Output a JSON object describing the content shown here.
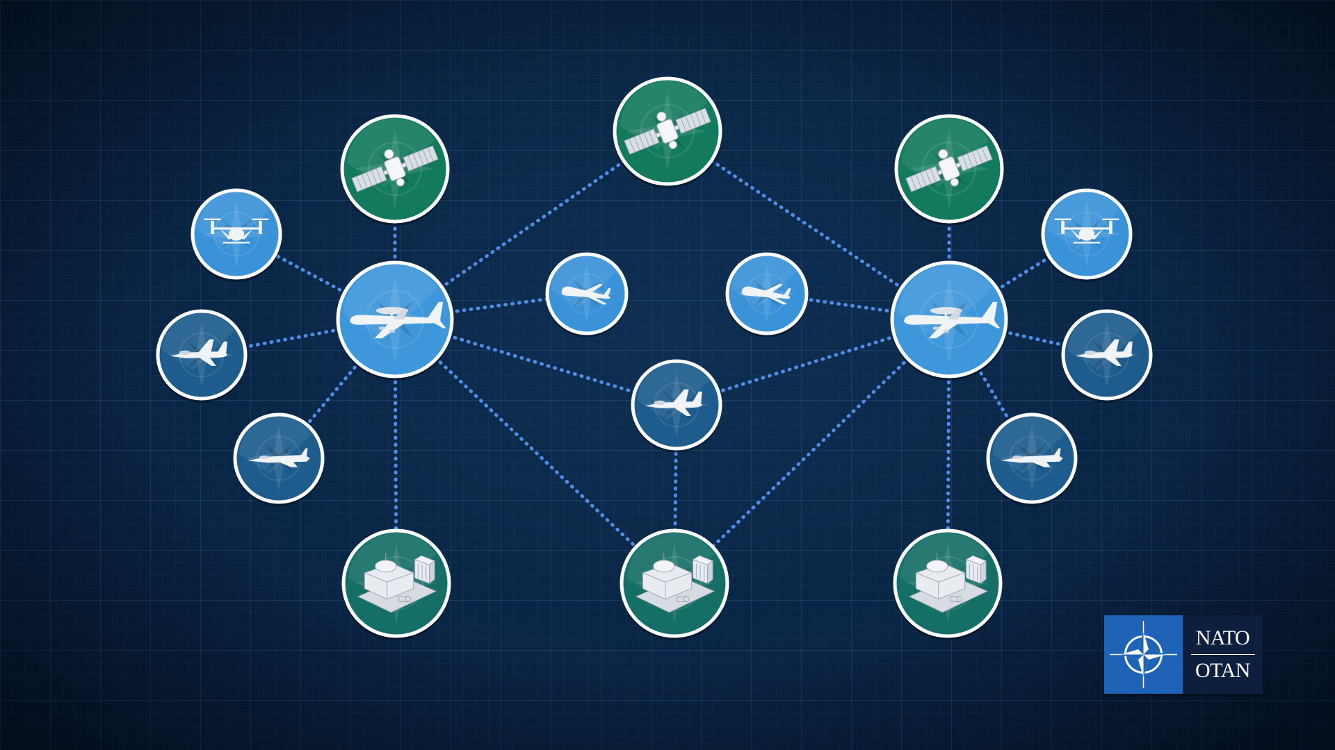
{
  "logo": {
    "top_text": "NATO",
    "bottom_text": "OTAN",
    "icon": "nato-compass-rose-icon",
    "colors": {
      "mark_bg": "#1e63b5",
      "text_bg": "#0d1f3d"
    }
  },
  "colors": {
    "link": "#4f8de8",
    "satellite": "#137a5e",
    "ground": "#156f66",
    "awacs": "#3d97da",
    "drone": "#3a92d8",
    "jet": "#1d5c8c",
    "ring": "#ffffff"
  },
  "nodes": [
    {
      "id": "awacs-left",
      "type": "awacs",
      "icon": "awacs-aircraft-icon"
    },
    {
      "id": "awacs-right",
      "type": "awacs",
      "icon": "awacs-aircraft-icon"
    },
    {
      "id": "satellite-left",
      "type": "satellite",
      "icon": "satellite-icon"
    },
    {
      "id": "satellite-center",
      "type": "satellite",
      "icon": "satellite-icon"
    },
    {
      "id": "satellite-right",
      "type": "satellite",
      "icon": "satellite-icon"
    },
    {
      "id": "tiltrotor-left",
      "type": "drone",
      "icon": "tiltrotor-icon"
    },
    {
      "id": "tiltrotor-right",
      "type": "drone",
      "icon": "tiltrotor-icon"
    },
    {
      "id": "fighter-left",
      "type": "jet",
      "icon": "fighter-jet-icon"
    },
    {
      "id": "fighter-right",
      "type": "jet",
      "icon": "fighter-jet-icon"
    },
    {
      "id": "stealth-left",
      "type": "jet",
      "icon": "stealth-fighter-icon"
    },
    {
      "id": "stealth-right",
      "type": "jet",
      "icon": "stealth-fighter-icon"
    },
    {
      "id": "uav-left",
      "type": "drone",
      "icon": "uav-drone-icon"
    },
    {
      "id": "uav-right",
      "type": "drone",
      "icon": "uav-drone-icon"
    },
    {
      "id": "fighter-center",
      "type": "jet",
      "icon": "fighter-jet-icon"
    },
    {
      "id": "ground-left",
      "type": "ground",
      "icon": "ground-station-icon"
    },
    {
      "id": "ground-center",
      "type": "ground",
      "icon": "ground-station-icon"
    },
    {
      "id": "ground-right",
      "type": "ground",
      "icon": "ground-station-icon"
    }
  ],
  "links": [
    [
      "awacs-left",
      "satellite-left"
    ],
    [
      "awacs-left",
      "satellite-center"
    ],
    [
      "awacs-left",
      "tiltrotor-left"
    ],
    [
      "awacs-left",
      "fighter-left"
    ],
    [
      "awacs-left",
      "stealth-left"
    ],
    [
      "awacs-left",
      "uav-left"
    ],
    [
      "awacs-left",
      "fighter-center"
    ],
    [
      "awacs-left",
      "ground-left"
    ],
    [
      "awacs-left",
      "ground-center"
    ],
    [
      "awacs-right",
      "satellite-right"
    ],
    [
      "awacs-right",
      "satellite-center"
    ],
    [
      "awacs-right",
      "tiltrotor-right"
    ],
    [
      "awacs-right",
      "fighter-right"
    ],
    [
      "awacs-right",
      "stealth-right"
    ],
    [
      "awacs-right",
      "uav-right"
    ],
    [
      "awacs-right",
      "fighter-center"
    ],
    [
      "awacs-right",
      "ground-right"
    ],
    [
      "awacs-right",
      "ground-center"
    ],
    [
      "fighter-center",
      "ground-center"
    ]
  ]
}
